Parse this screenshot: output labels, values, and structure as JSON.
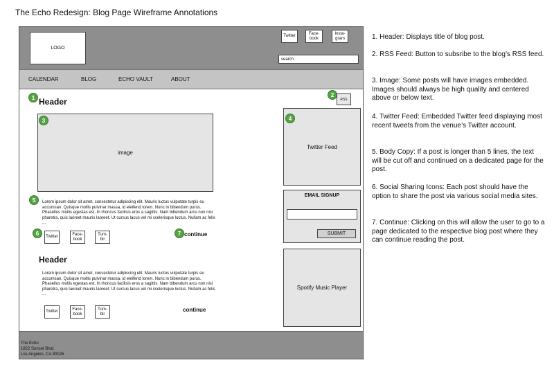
{
  "title": "The Echo Redesign: Blog Page Wireframe Annotations",
  "header": {
    "logo": "LOGO",
    "social": [
      "Twitter",
      "Face-\nbook",
      "Insta-\ngram"
    ],
    "search_placeholder": "search"
  },
  "nav": [
    "CALENDAR",
    "BLOG",
    "ECHO VAULT",
    "ABOUT"
  ],
  "badges": [
    "1",
    "2",
    "3",
    "4",
    "5",
    "6",
    "7"
  ],
  "post1": {
    "header": "Header",
    "rss": "RSS",
    "image": "image",
    "body": "Lorem ipsum dolor sit amet, consectetur adipiscing elit. Mauris luctus vulputate turpis eu accumsan. Quisque mollis pulvinar massa, id eleifend lorem. Nunc in bibendum purus. Phasellus mollis egestas est. In rhoncus facilisis eros a sagittis. Nam bibendum arcu non nisi pharetra, quis laoreet mauris laoreet. Ut cursus lacus vel mi scelerisque luctus. Nullam ac felis ...",
    "share": [
      "Twitter",
      "Face-\nbook",
      "Tum-\nblr"
    ],
    "continue": "continue"
  },
  "post2": {
    "header": "Header",
    "body": "Lorem ipsum dolor sit amet, consectetur adipiscing elit. Mauris luctus vulputate turpis eu accumsan. Quisque mollis pulvinar massa, id eleifend lorem. Nunc in bibendum purus. Phasellus mollis egestas est. In rhoncus facilisis eros a sagittis. Nam bibendum arcu non nisi pharetra, quis laoreet mauris laoreet. Ut cursus lacus vel mi scelerisque luctus. Nullam ac felis ...",
    "share": [
      "Twitter",
      "Face-\nbook",
      "Tum-\nblr"
    ],
    "continue": "continue"
  },
  "sidebar": {
    "twitter_feed": "Twitter Feed",
    "email_signup": "EMAIL SIGNUP",
    "submit": "SUBMIT",
    "spotify": "Spotify Music Player"
  },
  "footer": [
    "The Echo",
    "1822 Sunset Blvd.",
    "Los Angeles, CA 90026"
  ],
  "annotations": [
    "1. Header: Displays title of blog post.",
    "2. RSS Feed: Button to subsribe to the blog’s RSS feed.",
    "3. Image: Some posts will have images embedded.  Images should always be high quality and centered above or below text.",
    "4. Twitter Feed: Embedded Twitter feed displaying most recent tweets from the venue’s Twitter account.",
    "5. Body Copy: If a post is longer than 5 lines, the text will be cut off and continued on a dedicated page for the post.",
    "6. Social Sharing Icons: Each post should have the option to share the post via various social media sites.",
    "7. Continue: Clicking on this will allow the user to go to a page dedicated to the respective blog post where they can continue reading the post."
  ]
}
